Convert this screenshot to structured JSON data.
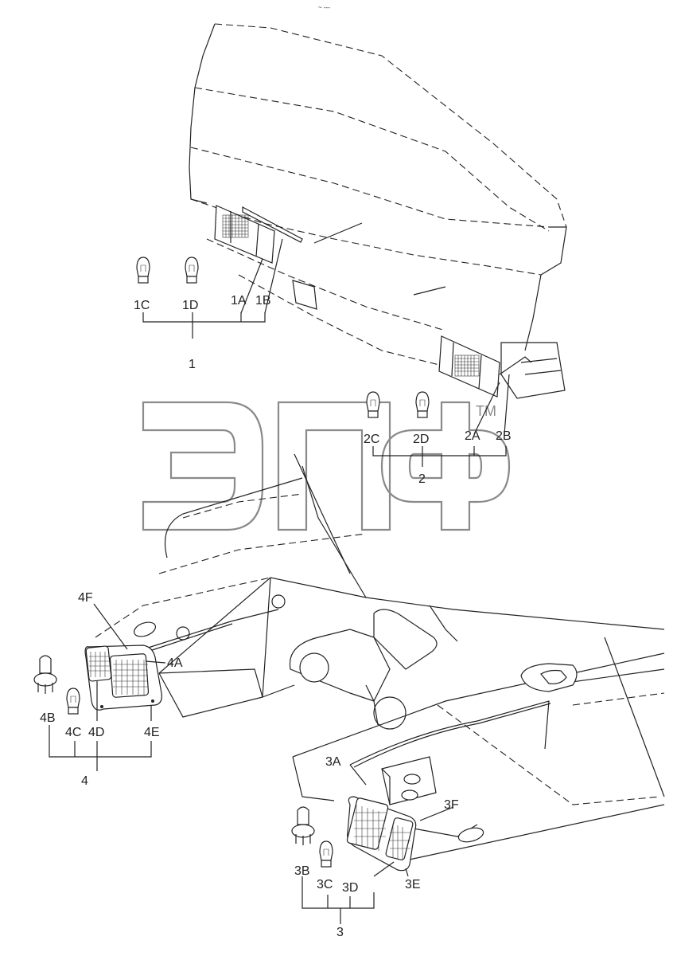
{
  "watermark": {
    "logo_text": "ЭПФ",
    "tm": "TM"
  },
  "header_mark": "~ ---",
  "groups": [
    {
      "id": "1",
      "label": "1",
      "parts": [
        "1C",
        "1D",
        "1A",
        "1B"
      ]
    },
    {
      "id": "2",
      "label": "2",
      "parts": [
        "2C",
        "2D",
        "2A",
        "2B"
      ]
    },
    {
      "id": "3",
      "label": "3",
      "parts": [
        "3A",
        "3F",
        "3B",
        "3C",
        "3D",
        "3E"
      ]
    },
    {
      "id": "4",
      "label": "4",
      "parts": [
        "4F",
        "4A",
        "4B",
        "4C",
        "4D",
        "4E"
      ]
    }
  ],
  "labels": {
    "l1C": "1C",
    "l1D": "1D",
    "l1A": "1A",
    "l1B": "1B",
    "l1": "1",
    "l2C": "2C",
    "l2D": "2D",
    "l2A": "2A",
    "l2B": "2B",
    "l2": "2",
    "l3A": "3A",
    "l3F": "3F",
    "l3B": "3B",
    "l3C": "3C",
    "l3D": "3D",
    "l3E": "3E",
    "l3": "3",
    "l4F": "4F",
    "l4A": "4A",
    "l4B": "4B",
    "l4C": "4C",
    "l4D": "4D",
    "l4E": "4E",
    "l4": "4"
  },
  "colors": {
    "line": "#222222",
    "watermark": "#8a8a8a",
    "background": "#ffffff"
  }
}
